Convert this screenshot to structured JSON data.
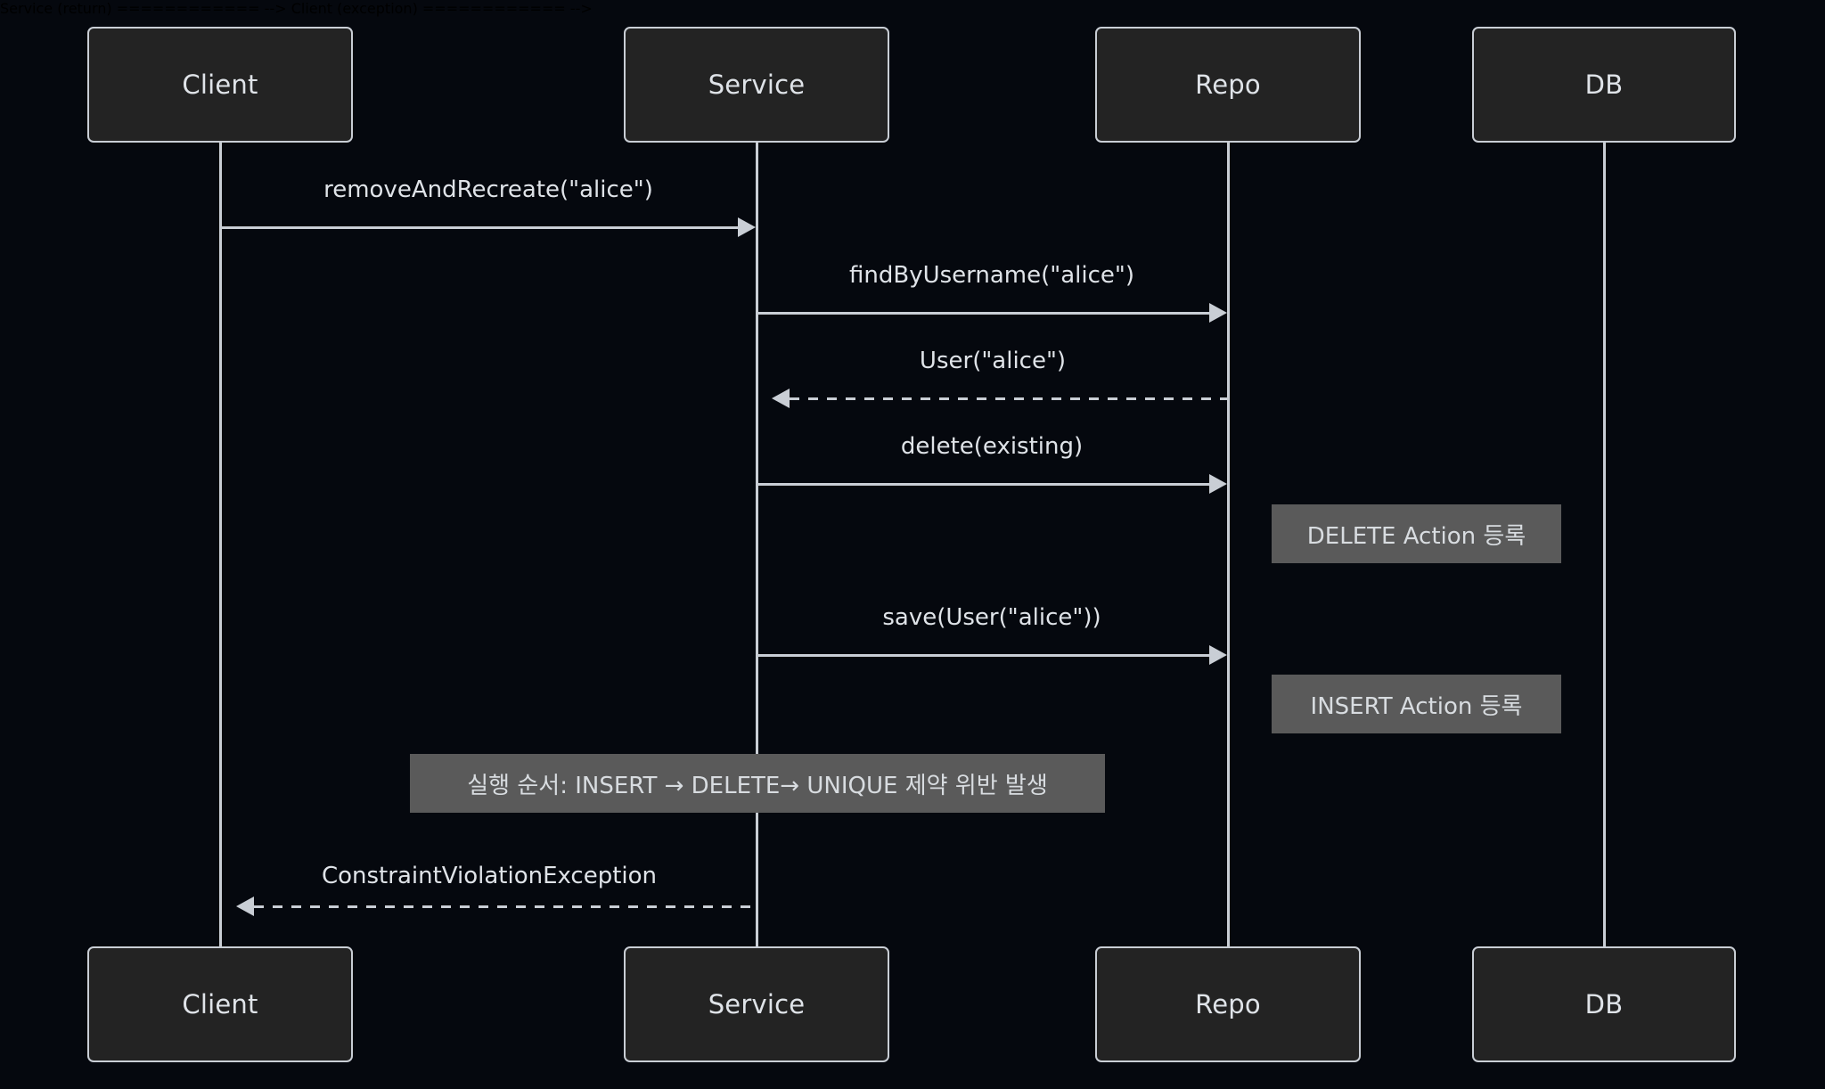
{
  "diagram": {
    "type": "sequence-diagram",
    "background_color": "#05080e",
    "line_color": "#c9ced5",
    "box_fill": "#232323",
    "note_fill": "#5a5a5a",
    "text_color": "#dfe3e8"
  },
  "participants": [
    {
      "id": "client",
      "label": "Client"
    },
    {
      "id": "service",
      "label": "Service"
    },
    {
      "id": "repo",
      "label": "Repo"
    },
    {
      "id": "db",
      "label": "DB"
    }
  ],
  "participants_bottom": [
    {
      "id": "client",
      "label": "Client"
    },
    {
      "id": "service",
      "label": "Service"
    },
    {
      "id": "repo",
      "label": "Repo"
    },
    {
      "id": "db",
      "label": "DB"
    }
  ],
  "messages": [
    {
      "id": "m1",
      "from": "client",
      "to": "service",
      "label": "removeAndRecreate(\"alice\")",
      "style": "solid",
      "direction": "right"
    },
    {
      "id": "m2",
      "from": "service",
      "to": "repo",
      "label": "findByUsername(\"alice\")",
      "style": "solid",
      "direction": "right"
    },
    {
      "id": "m3",
      "from": "repo",
      "to": "service",
      "label": "User(\"alice\")",
      "style": "dashed",
      "direction": "left"
    },
    {
      "id": "m4",
      "from": "service",
      "to": "repo",
      "label": "delete(existing)",
      "style": "solid",
      "direction": "right"
    },
    {
      "id": "m5",
      "from": "service",
      "to": "repo",
      "label": "save(User(\"alice\"))",
      "style": "solid",
      "direction": "right"
    },
    {
      "id": "m6",
      "from": "service",
      "to": "client",
      "label": "ConstraintViolationException",
      "style": "dashed",
      "direction": "left"
    }
  ],
  "notes": [
    {
      "id": "n1",
      "over": "repo",
      "text": "DELETE Action 등록"
    },
    {
      "id": "n2",
      "over": "repo",
      "text": "INSERT Action 등록"
    },
    {
      "id": "n3",
      "over": "service",
      "text": "실행 순서: INSERT → DELETE→ UNIQUE 제약 위반 발생"
    }
  ]
}
